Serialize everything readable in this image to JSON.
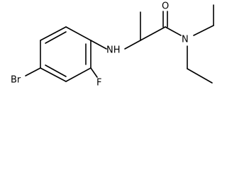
{
  "atoms": {
    "br": "Br",
    "f": "F",
    "nh": "NH",
    "o": "O",
    "n": "N"
  }
}
